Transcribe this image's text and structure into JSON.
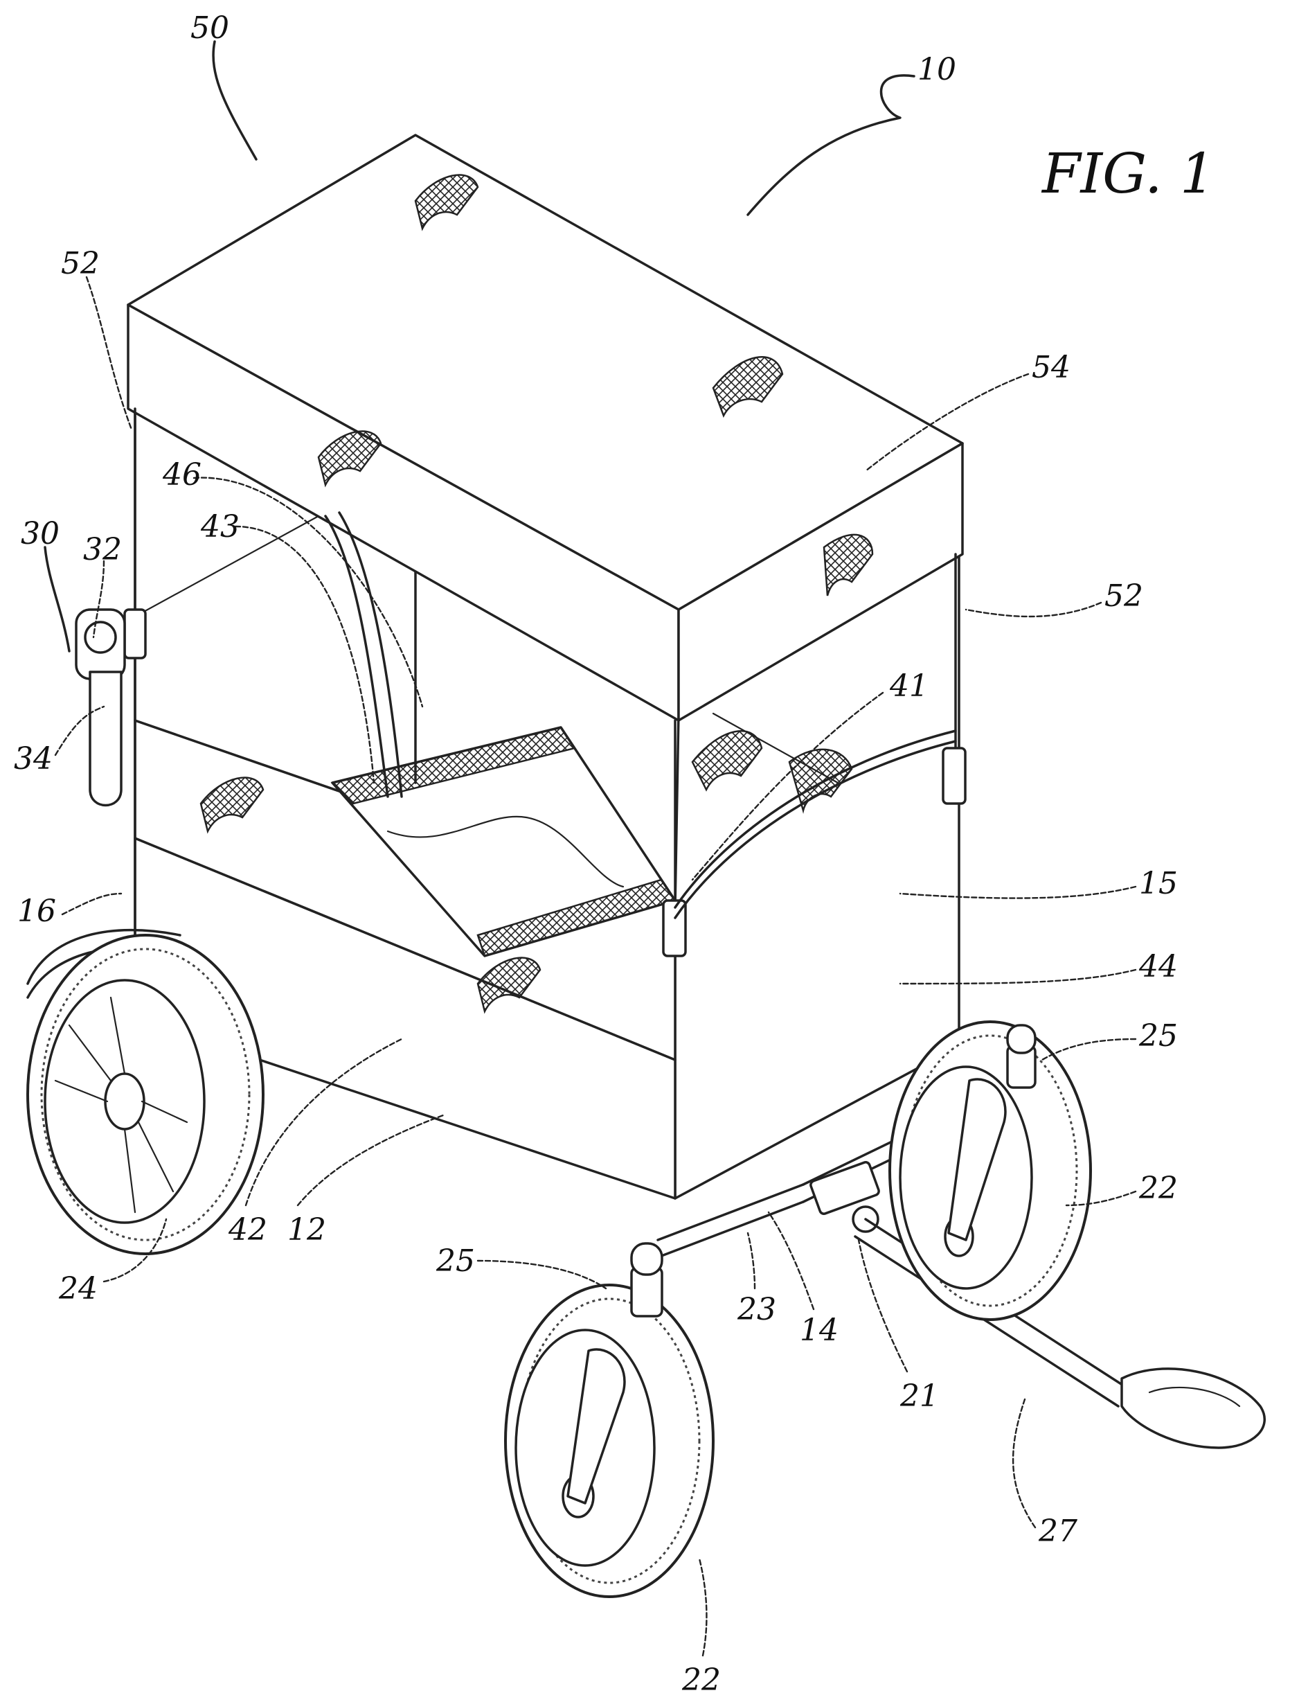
{
  "figure": {
    "title": "FIG. 1",
    "reference_numerals": [
      {
        "id": "n50",
        "text": "50"
      },
      {
        "id": "n10",
        "text": "10"
      },
      {
        "id": "n52a",
        "text": "52"
      },
      {
        "id": "n54",
        "text": "54"
      },
      {
        "id": "n46",
        "text": "46"
      },
      {
        "id": "n43",
        "text": "43"
      },
      {
        "id": "n30",
        "text": "30"
      },
      {
        "id": "n32",
        "text": "32"
      },
      {
        "id": "n52b",
        "text": "52"
      },
      {
        "id": "n41",
        "text": "41"
      },
      {
        "id": "n34",
        "text": "34"
      },
      {
        "id": "n16",
        "text": "16"
      },
      {
        "id": "n15",
        "text": "15"
      },
      {
        "id": "n44",
        "text": "44"
      },
      {
        "id": "n25a",
        "text": "25"
      },
      {
        "id": "n22a",
        "text": "22"
      },
      {
        "id": "n24",
        "text": "24"
      },
      {
        "id": "n42",
        "text": "42"
      },
      {
        "id": "n12",
        "text": "12"
      },
      {
        "id": "n25b",
        "text": "25"
      },
      {
        "id": "n23",
        "text": "23"
      },
      {
        "id": "n14",
        "text": "14"
      },
      {
        "id": "n21",
        "text": "21"
      },
      {
        "id": "n27",
        "text": "27"
      },
      {
        "id": "n22b",
        "text": "22"
      }
    ]
  }
}
